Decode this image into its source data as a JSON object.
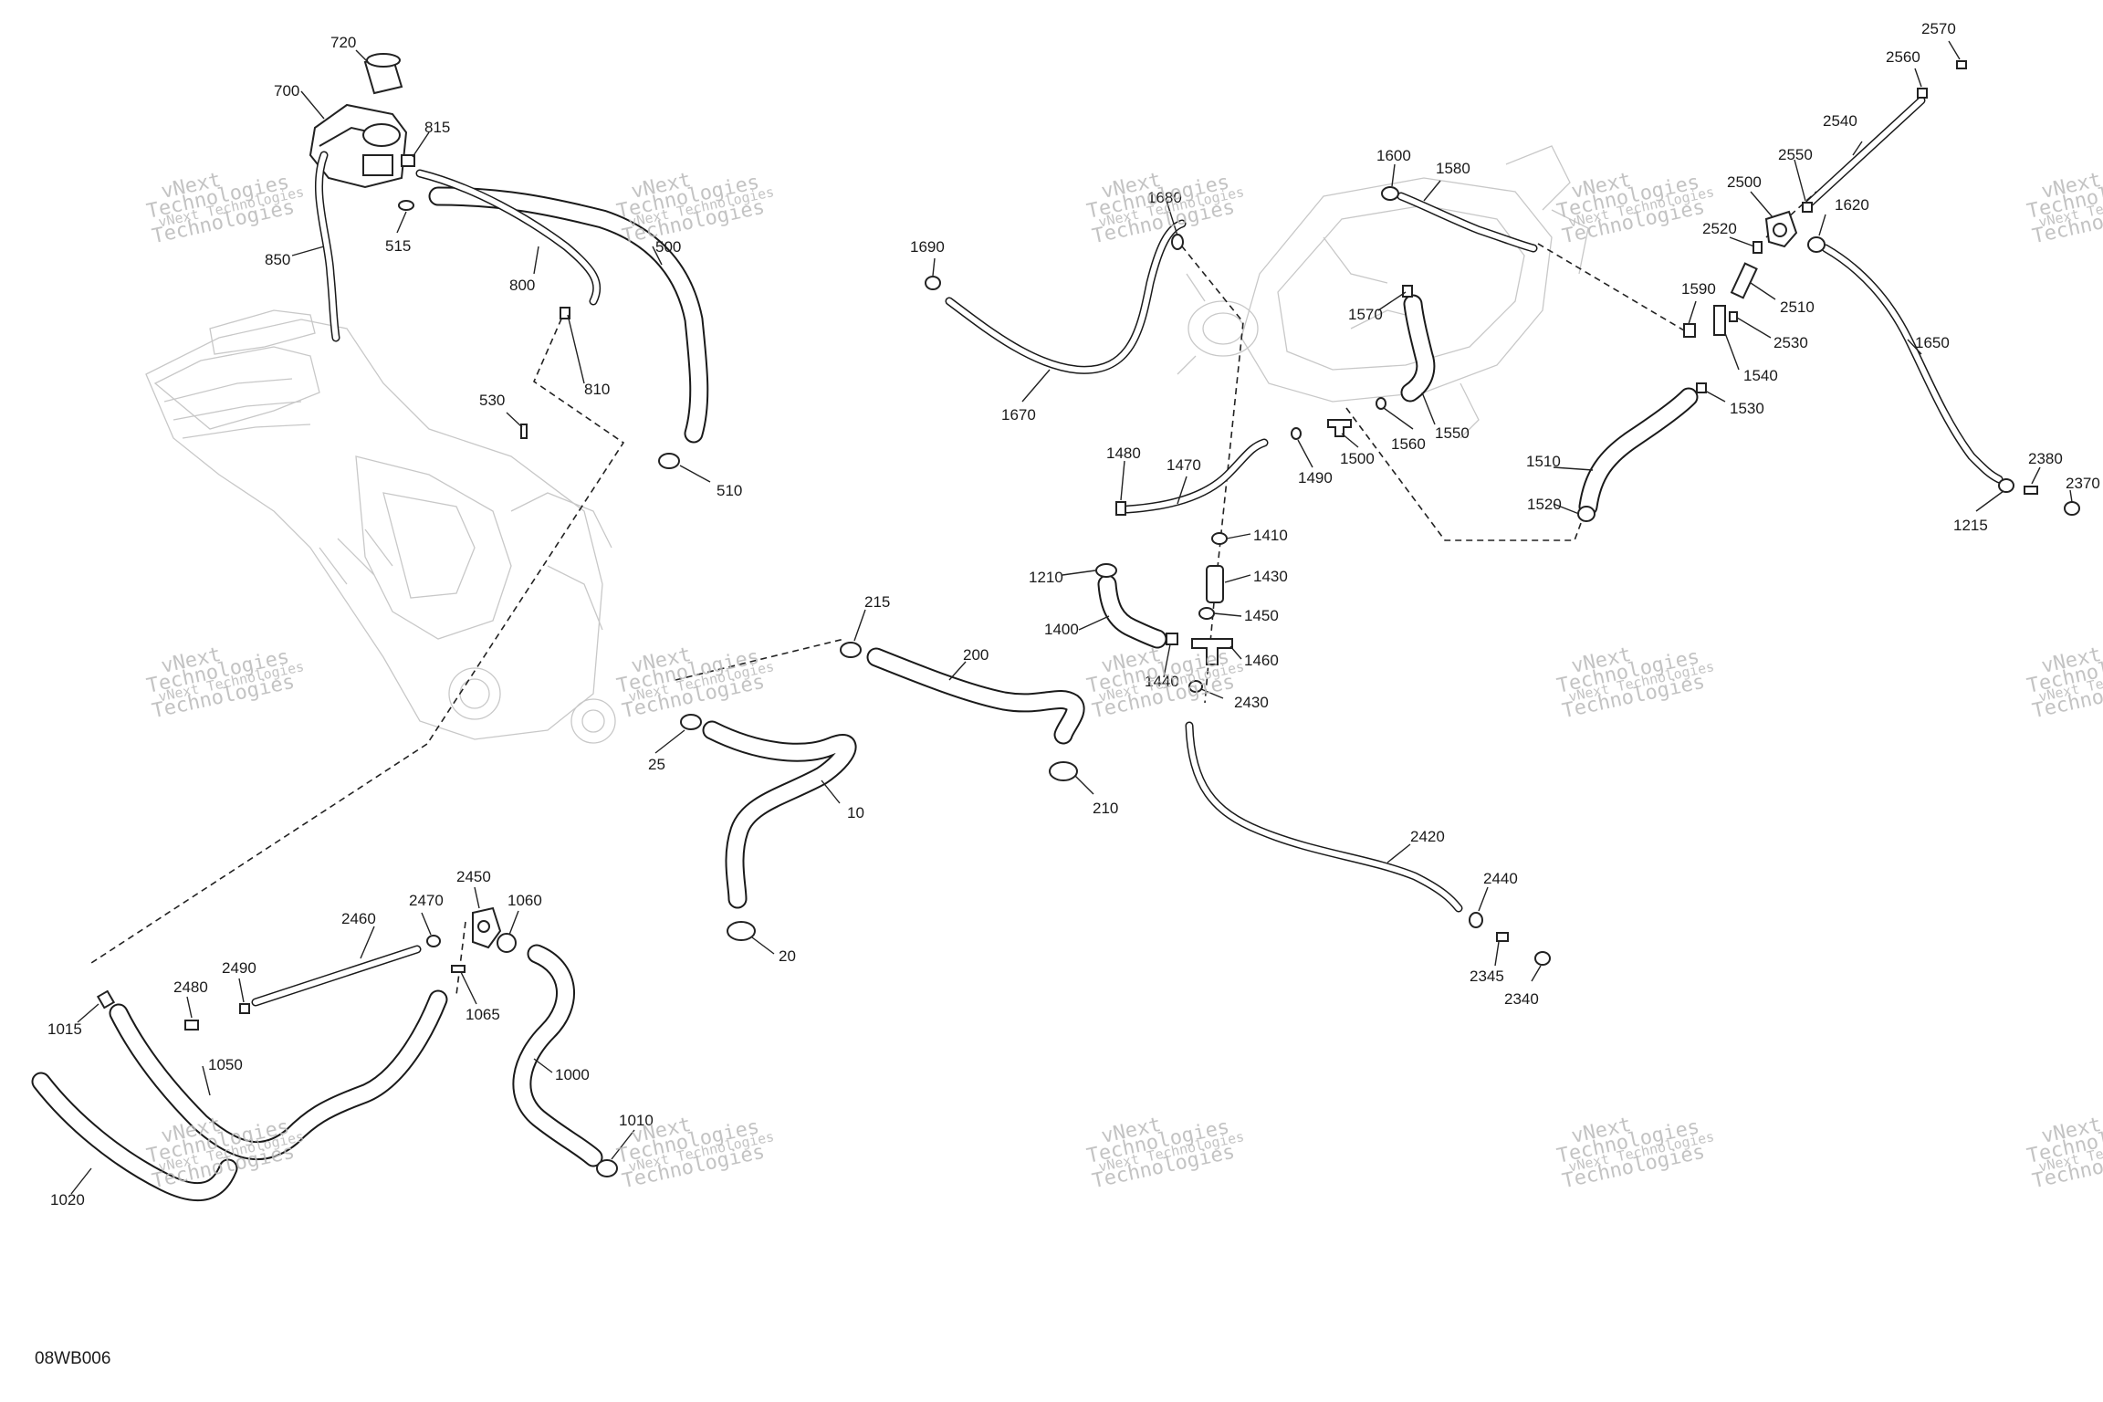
{
  "drawing_code": "08WB006",
  "watermark": {
    "brand": "vNext",
    "line2": "Technologies",
    "line3": "vNext Technologies",
    "line4": "Technologies"
  },
  "labels": [
    "720",
    "700",
    "815",
    "515",
    "850",
    "500",
    "800",
    "810",
    "530",
    "510",
    "1690",
    "1680",
    "1670",
    "1600",
    "1580",
    "1570",
    "1480",
    "1470",
    "1490",
    "1500",
    "1560",
    "1550",
    "2570",
    "2560",
    "2540",
    "2550",
    "2500",
    "2520",
    "1620",
    "2510",
    "1590",
    "2530",
    "1540",
    "1530",
    "1650",
    "1510",
    "1520",
    "2380",
    "2370",
    "1215",
    "1210",
    "1410",
    "1430",
    "1400",
    "1450",
    "1460",
    "1440",
    "2430",
    "215",
    "200",
    "25",
    "210",
    "10",
    "20",
    "2420",
    "2440",
    "2345",
    "2340",
    "2470",
    "2450",
    "1060",
    "2460",
    "2490",
    "2480",
    "1065",
    "1015",
    "1050",
    "1000",
    "1010",
    "1020"
  ],
  "parts": [
    {
      "id": "720",
      "label": "720"
    },
    {
      "id": "700",
      "label": "700"
    },
    {
      "id": "815",
      "label": "815"
    },
    {
      "id": "515",
      "label": "515"
    },
    {
      "id": "850",
      "label": "850"
    },
    {
      "id": "500",
      "label": "500"
    },
    {
      "id": "800",
      "label": "800"
    },
    {
      "id": "810",
      "label": "810"
    },
    {
      "id": "530",
      "label": "530"
    },
    {
      "id": "510",
      "label": "510"
    },
    {
      "id": "1690",
      "label": "1690"
    },
    {
      "id": "1680",
      "label": "1680"
    },
    {
      "id": "1670",
      "label": "1670"
    },
    {
      "id": "1600",
      "label": "1600"
    },
    {
      "id": "1580",
      "label": "1580"
    },
    {
      "id": "1570",
      "label": "1570"
    },
    {
      "id": "1480",
      "label": "1480"
    },
    {
      "id": "1470",
      "label": "1470"
    },
    {
      "id": "1490",
      "label": "1490"
    },
    {
      "id": "1500",
      "label": "1500"
    },
    {
      "id": "1560",
      "label": "1560"
    },
    {
      "id": "1550",
      "label": "1550"
    },
    {
      "id": "2570",
      "label": "2570"
    },
    {
      "id": "2560",
      "label": "2560"
    },
    {
      "id": "2540",
      "label": "2540"
    },
    {
      "id": "2550",
      "label": "2550"
    },
    {
      "id": "2500",
      "label": "2500"
    },
    {
      "id": "2520",
      "label": "2520"
    },
    {
      "id": "1620",
      "label": "1620"
    },
    {
      "id": "2510",
      "label": "2510"
    },
    {
      "id": "1590",
      "label": "1590"
    },
    {
      "id": "2530",
      "label": "2530"
    },
    {
      "id": "1540",
      "label": "1540"
    },
    {
      "id": "1530",
      "label": "1530"
    },
    {
      "id": "1650",
      "label": "1650"
    },
    {
      "id": "1510",
      "label": "1510"
    },
    {
      "id": "1520",
      "label": "1520"
    },
    {
      "id": "2380",
      "label": "2380"
    },
    {
      "id": "2370",
      "label": "2370"
    },
    {
      "id": "1215",
      "label": "1215"
    },
    {
      "id": "1210",
      "label": "1210"
    },
    {
      "id": "1410",
      "label": "1410"
    },
    {
      "id": "1430",
      "label": "1430"
    },
    {
      "id": "1400",
      "label": "1400"
    },
    {
      "id": "1450",
      "label": "1450"
    },
    {
      "id": "1460",
      "label": "1460"
    },
    {
      "id": "1440",
      "label": "1440"
    },
    {
      "id": "2430",
      "label": "2430"
    },
    {
      "id": "215",
      "label": "215"
    },
    {
      "id": "200",
      "label": "200"
    },
    {
      "id": "25",
      "label": "25"
    },
    {
      "id": "210",
      "label": "210"
    },
    {
      "id": "10",
      "label": "10"
    },
    {
      "id": "20",
      "label": "20"
    },
    {
      "id": "2420",
      "label": "2420"
    },
    {
      "id": "2440",
      "label": "2440"
    },
    {
      "id": "2345",
      "label": "2345"
    },
    {
      "id": "2340",
      "label": "2340"
    },
    {
      "id": "2470",
      "label": "2470"
    },
    {
      "id": "2450",
      "label": "2450"
    },
    {
      "id": "1060",
      "label": "1060"
    },
    {
      "id": "2460",
      "label": "2460"
    },
    {
      "id": "2490",
      "label": "2490"
    },
    {
      "id": "2480",
      "label": "2480"
    },
    {
      "id": "1065",
      "label": "1065"
    },
    {
      "id": "1015",
      "label": "1015"
    },
    {
      "id": "1050",
      "label": "1050"
    },
    {
      "id": "1000",
      "label": "1000"
    },
    {
      "id": "1010",
      "label": "1010"
    },
    {
      "id": "1020",
      "label": "1020"
    }
  ]
}
